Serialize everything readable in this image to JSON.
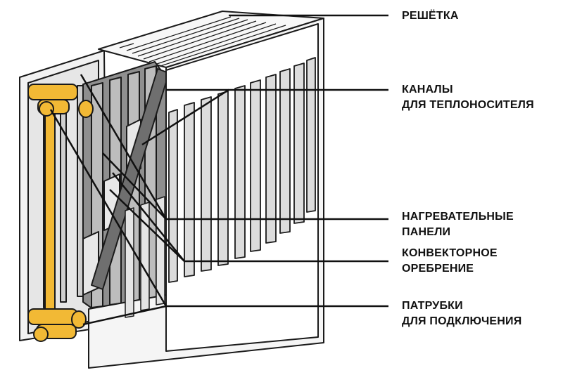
{
  "labels": {
    "grille": [
      "РЕШЁТКА"
    ],
    "channels": [
      "КАНАЛЫ",
      "ДЛЯ ТЕПЛОНОСИТЕЛЯ"
    ],
    "panels": [
      "НАГРЕВАТЕЛЬНЫЕ",
      "ПАНЕЛИ"
    ],
    "fins": [
      "КОНВЕКТОРНОЕ",
      "ОРЕБРЕНИЕ"
    ],
    "pipes": [
      "ПАТРУБКИ",
      "ДЛЯ ПОДКЛЮЧЕНИЯ"
    ]
  },
  "colors": {
    "outline": "#1a1a1a",
    "panel_light": "#f2f2f2",
    "panel_mid": "#d9d9d9",
    "panel_dark": "#8f8f8f",
    "pipe_yellow": "#f2b935",
    "leader_line": "#111111"
  }
}
